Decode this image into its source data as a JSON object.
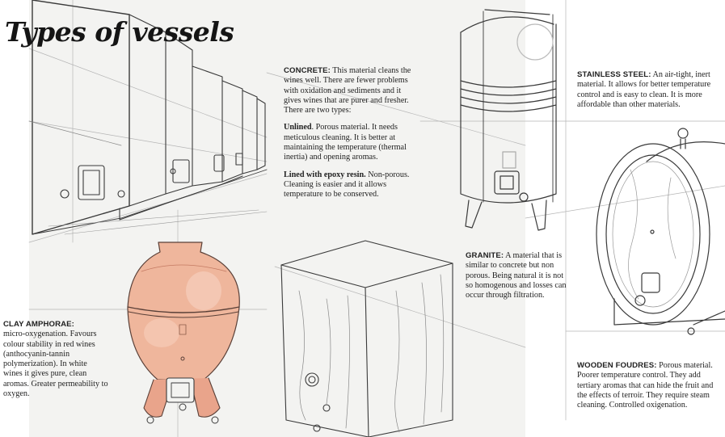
{
  "title": "Types of vessels",
  "concrete": {
    "heading": "CONCRETE:",
    "intro": " This material cleans the wines well. There are fewer problems with oxidation and sediments and it gives wines that are purer and fresher. There are two types:",
    "unlined_label": "Unlined",
    "unlined_text": ". Porous material. It needs meticulous cleaning. It is better at maintaining the temperature (thermal inertia) and opening aromas.",
    "lined_label": "Lined with epoxy resin.",
    "lined_text": " Non-porous. Cleaning is easier and it allows temperature to be conserved."
  },
  "stainless_steel": {
    "heading": "STAINLESS STEEL:",
    "text": " An air-tight, inert material. It allows for better temperature control and is easy to clean. It is more affordable than other materials."
  },
  "granite": {
    "heading": "GRANITE:",
    "text": " A material that is similar to concrete but non porous. Being natural it is not so homogenous and losses can occur through filtration."
  },
  "clay_amphorae": {
    "heading": "CLAY AMPHORAE:",
    "text": "micro-oxygenation. Favours colour stability in red wines (anthocyanin-tannin polymerization). In white wines it gives pure, clean aromas. Greater permeability to oxygen."
  },
  "wooden_foudres": {
    "heading": "WOODEN FOUDRES:",
    "text": " Porous material. Poorer temperature control. They add tertiary aromas that can hide the fruit and the effects of terroir. They require steam cleaning. Controlled oxigenation."
  },
  "colors": {
    "panel": "#f3f3f1",
    "ink": "#3a3a3a",
    "clay": "#e9a48b",
    "clay_light": "#f4cdb8"
  }
}
